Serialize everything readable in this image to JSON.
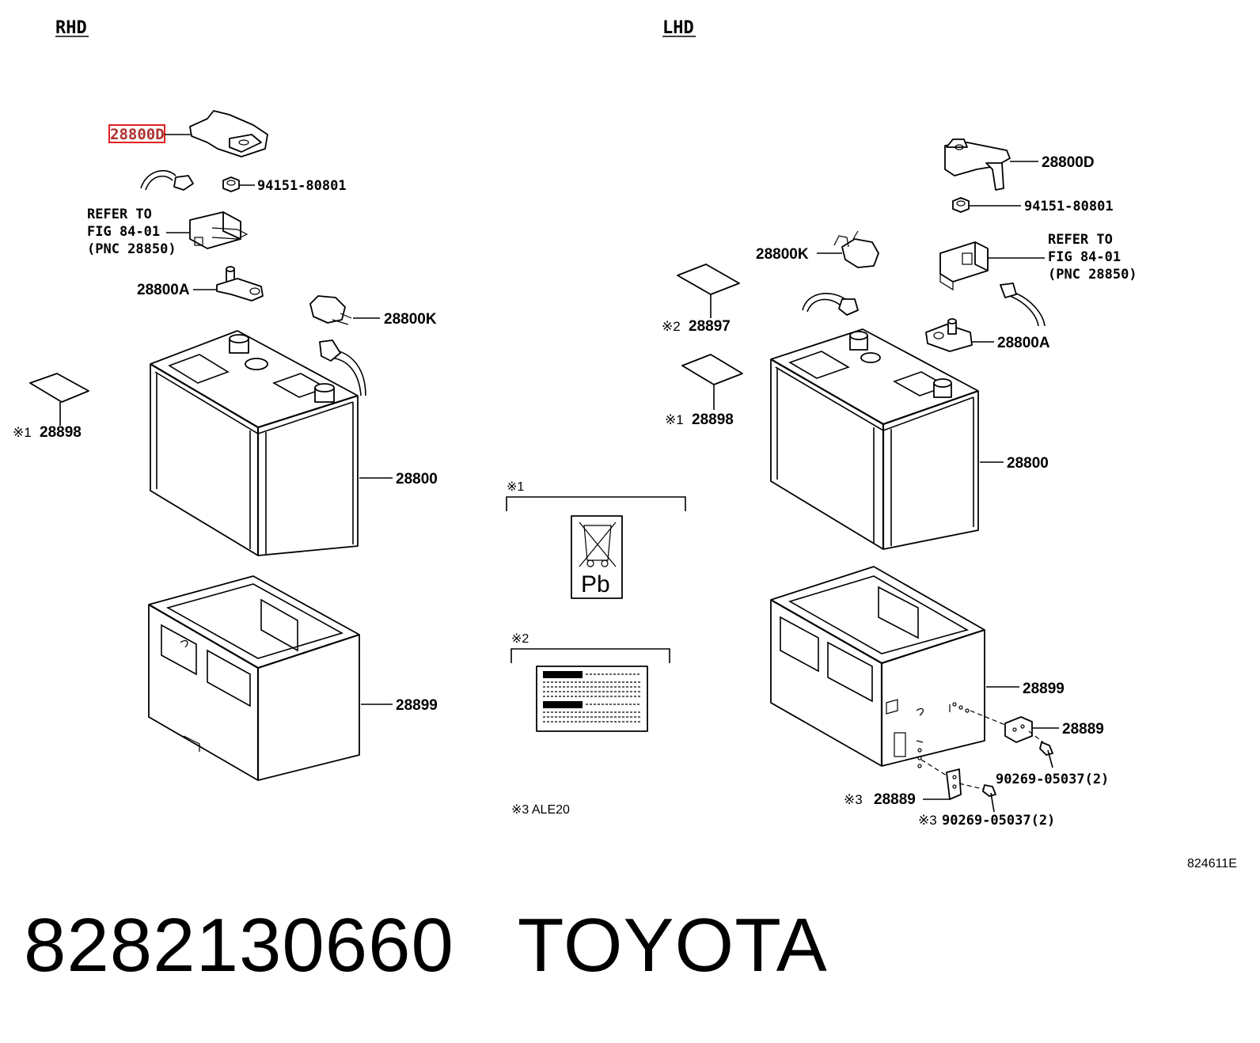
{
  "headers": {
    "rhd": "RHD",
    "lhd": "LHD"
  },
  "rhd": {
    "highlighted_part": "28800D",
    "nut": "94151-80801",
    "refer_line1": "REFER TO",
    "refer_line2": "FIG 84-01",
    "refer_line3": "(PNC 28850)",
    "terminal": "28800A",
    "cover": "28800K",
    "label_mark": "※1",
    "label": "28898",
    "battery": "28800",
    "tray": "28899"
  },
  "lhd": {
    "clamp": "28800D",
    "nut": "94151-80801",
    "cover": "28800K",
    "refer_line1": "REFER TO",
    "refer_line2": "FIG 84-01",
    "refer_line3": "(PNC 28850)",
    "label2_mark": "※2",
    "label2": "28897",
    "terminal": "28800A",
    "label1_mark": "※1",
    "label1": "28898",
    "battery": "28800",
    "tray": "28899",
    "bracket": "28889",
    "bolt": "90269-05037(2)",
    "bracket3_mark": "※3",
    "bracket3": "28889",
    "bolt3_mark": "※3",
    "bolt3": "90269-05037(2)"
  },
  "notes": {
    "note1": "※1",
    "note2": "※2",
    "note3": "※3 ALE20",
    "recycle_symbol": "Pb"
  },
  "figure_id": "824611E",
  "footer": {
    "part_number": "8282130660",
    "brand": "TOYOTA"
  },
  "colors": {
    "highlight": "#e02020",
    "line": "#000000"
  }
}
